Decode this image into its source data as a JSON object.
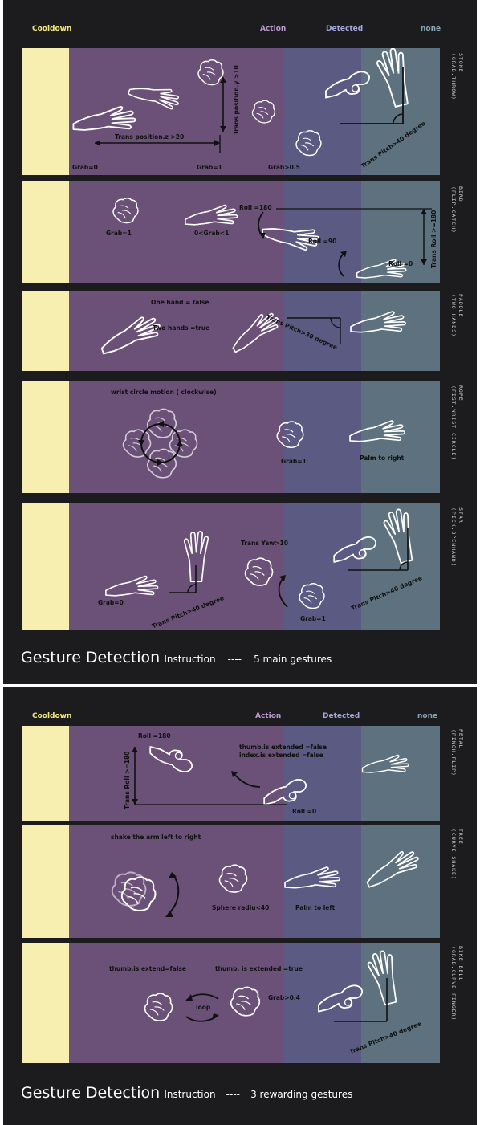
{
  "legend": {
    "cooldown": "Cooldown",
    "action": "Action",
    "detected": "Detected",
    "none": "none"
  },
  "colors": {
    "background": "#1c1c1e",
    "cooldown": "#f7efb0",
    "action": "#6b5078",
    "detected": "#5a5a82",
    "none": "#5d727e",
    "cooldown_text": "#f2e77e",
    "action_text": "#b99bd0",
    "detected_text": "#a5a5e0",
    "none_text": "#86a5b4"
  },
  "main_gestures": {
    "footer": {
      "title": "Gesture Detection",
      "subtitle": "Instruction",
      "dashes": "----",
      "summary": "5 main gestures"
    },
    "rows": [
      {
        "name": "STONE",
        "subtitle": "(GRAB.THROW)",
        "labels": {
          "trans_pos_z": "Trans position.z >20",
          "trans_pos_y": "Trans position.y >10",
          "grab0": "Grab=0",
          "grab1": "Grab=1",
          "grab05": "Grab>0.5",
          "pitch40": "Trans Pitch>40 degree"
        }
      },
      {
        "name": "BIRD",
        "subtitle": "(FLIP.CATCH)",
        "labels": {
          "grab1": "Grab=1",
          "grab_range": "0<Grab<1",
          "roll180": "Roll =180",
          "roll90": "Roll =90",
          "roll0": "Roll =0",
          "trans_roll": "Trans Roll >=180"
        }
      },
      {
        "name": "PADDLE",
        "subtitle": "(TWO HANDS)",
        "labels": {
          "one_hand": "One hand = false",
          "two_hands": "Two hands =true",
          "pitch30": "Trans Pitch>30 degree"
        }
      },
      {
        "name": "ROPE",
        "subtitle": "(FIST.WRIST CIRCLE)",
        "labels": {
          "wrist_circle": "wrist circle motion ( clockwise)",
          "grab1": "Grab=1",
          "palm_right": "Palm to right"
        }
      },
      {
        "name": "STAR",
        "subtitle": "(PICK.OPENHAND)",
        "labels": {
          "grab0": "Grab=0",
          "pitch40a": "Trans Pitch>40 degree",
          "yaw10": "Trans Yaw>10",
          "grab1": "Grab=1",
          "pitch40b": "Trans Pitch>40 degree"
        }
      }
    ]
  },
  "rewarding_gestures": {
    "footer": {
      "title": "Gesture Detection",
      "subtitle": "Instruction",
      "dashes": "----",
      "summary": "3 rewarding gestures"
    },
    "rows": [
      {
        "name": "PETAL",
        "subtitle": "(PINCH.FLIP)",
        "labels": {
          "roll180": "Roll =180",
          "trans_roll": "Trans Roll >=180",
          "thumb_ext": "thumb.is extended =false",
          "index_ext": "index.is extended =false",
          "roll0": "Roll =0"
        }
      },
      {
        "name": "TREE",
        "subtitle": "(CURVE.SHAKE)",
        "labels": {
          "shake": "shake the arm left to right",
          "sphere": "Sphere radiu<40",
          "palm_left": "Palm to left"
        }
      },
      {
        "name": "BIKE BELL",
        "subtitle": "(GRAB.CURVE FINGER)",
        "labels": {
          "thumb_false": "thumb.is extend=false",
          "thumb_true": "thumb. is extended =true",
          "grab04": "Grab>0.4",
          "loop": "loop",
          "pitch40": "Trans Pitch>40 degree"
        }
      }
    ]
  }
}
